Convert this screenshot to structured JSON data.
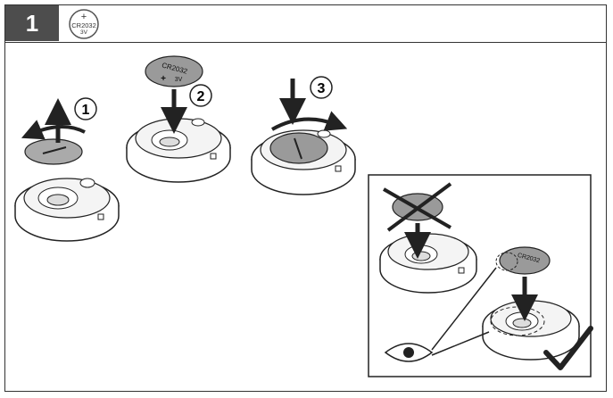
{
  "header": {
    "step_number": "1",
    "battery_polarity": "+",
    "battery_model": "CR2032",
    "battery_voltage": "3V"
  },
  "steps": [
    {
      "number": "1"
    },
    {
      "number": "2"
    },
    {
      "number": "3"
    }
  ],
  "coin_label": {
    "polarity": "+",
    "model": "CR2032",
    "voltage": "3V"
  },
  "colors": {
    "header_box": "#4d4d4d",
    "coin": "#9a9a9a",
    "line": "#222222"
  }
}
